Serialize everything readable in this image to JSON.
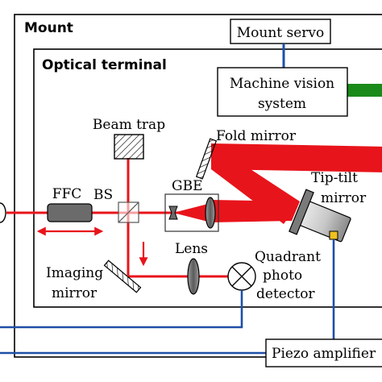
{
  "labels": {
    "mount": "Mount",
    "optical_terminal": "Optical terminal",
    "mount_servo": "Mount servo",
    "machine_vision_line1": "Machine vision",
    "machine_vision_line2": "system",
    "beam_trap": "Beam trap",
    "fold_mirror": "Fold mirror",
    "gbe": "GBE",
    "tip_tilt_line1": "Tip-tilt",
    "tip_tilt_line2": "mirror",
    "ffc": "FFC",
    "bs": "BS",
    "lens": "Lens",
    "imaging_line1": "Imaging",
    "imaging_line2": "mirror",
    "qpd_line1": "Quadrant",
    "qpd_line2": "photo",
    "qpd_line3": "detector",
    "piezo_amplifier": "Piezo amplifier"
  },
  "colors": {
    "beam": "#e8141b",
    "wire": "#1f4fa8",
    "green_beam": "#1a8a1a",
    "frame": "#000000",
    "ffc_fill": "#6b6b6b",
    "mirror_fill": "#7a7a7a",
    "piezo_pad": "#f0c020"
  }
}
